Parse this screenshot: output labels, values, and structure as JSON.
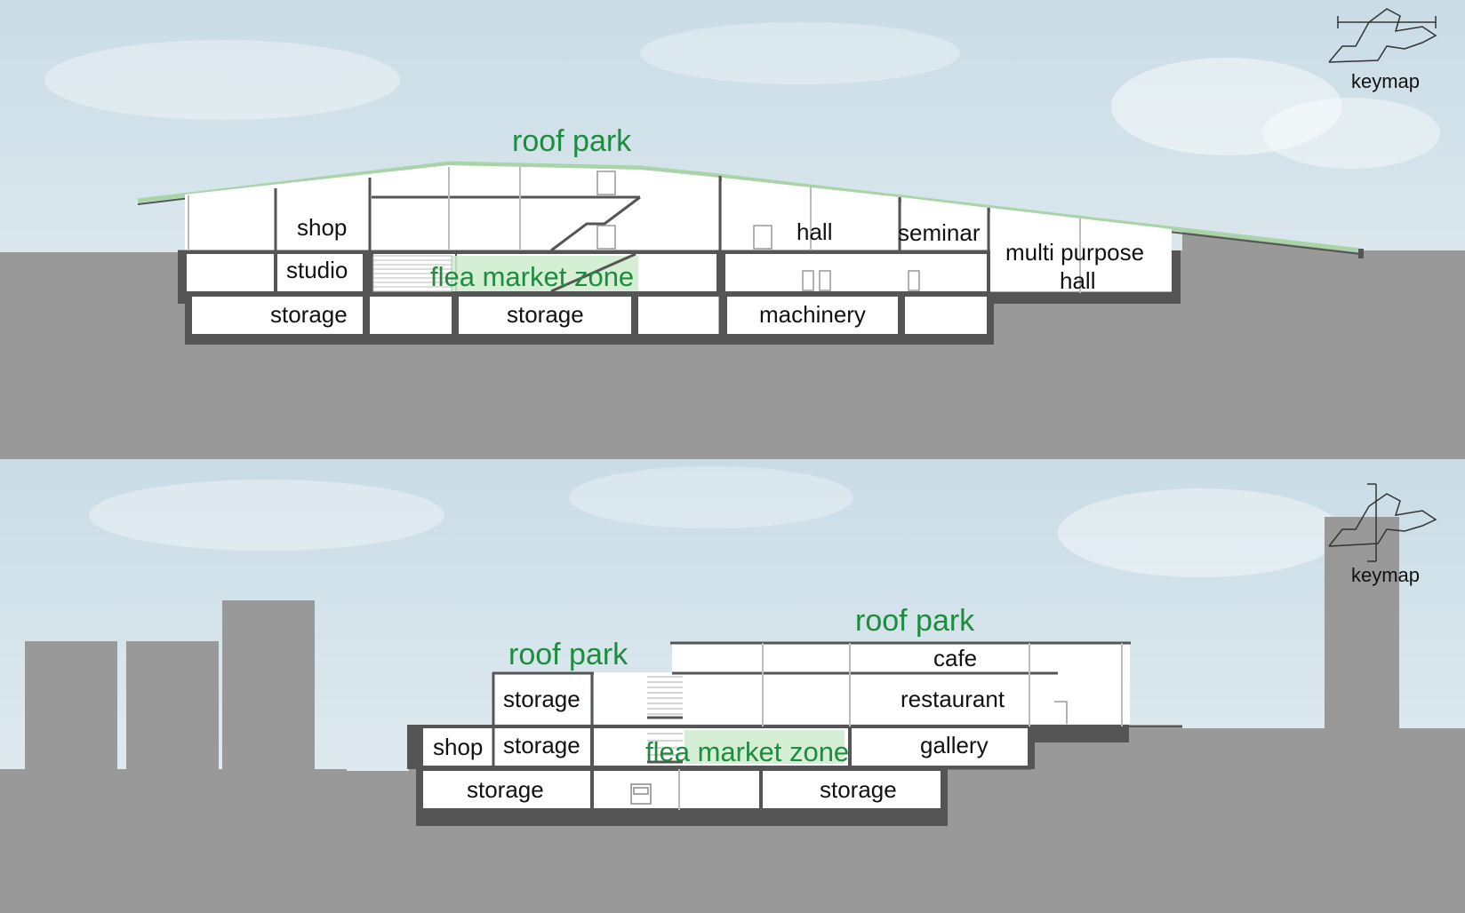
{
  "colors": {
    "sky_top": "#c9dce6",
    "sky_bottom": "#e6eff2",
    "ground": "#999999",
    "structure": "#555555",
    "room_fill": "#ffffff",
    "roof_green": "#9ccc9c",
    "label_green": "#1e8c3e",
    "flea_highlight": "#cdeccd"
  },
  "section_top": {
    "roof_label": "roof park",
    "flea_label": "flea market zone",
    "keymap_label": "keymap",
    "rooms": {
      "shop": "shop",
      "studio": "studio",
      "storage_left": "storage",
      "storage_mid": "storage",
      "hall": "hall",
      "seminar": "seminar",
      "multi_line1": "multi purpose",
      "multi_line2": "hall",
      "machinery": "machinery"
    }
  },
  "section_bottom": {
    "roof_label_left": "roof park",
    "roof_label_right": "roof park",
    "flea_label": "flea market zone",
    "keymap_label": "keymap",
    "rooms": {
      "storage_upper": "storage",
      "storage_middle": "storage",
      "shop": "shop",
      "storage_low_left": "storage",
      "storage_low_right": "storage",
      "cafe": "cafe",
      "restaurant": "restaurant",
      "gallery": "gallery"
    }
  }
}
